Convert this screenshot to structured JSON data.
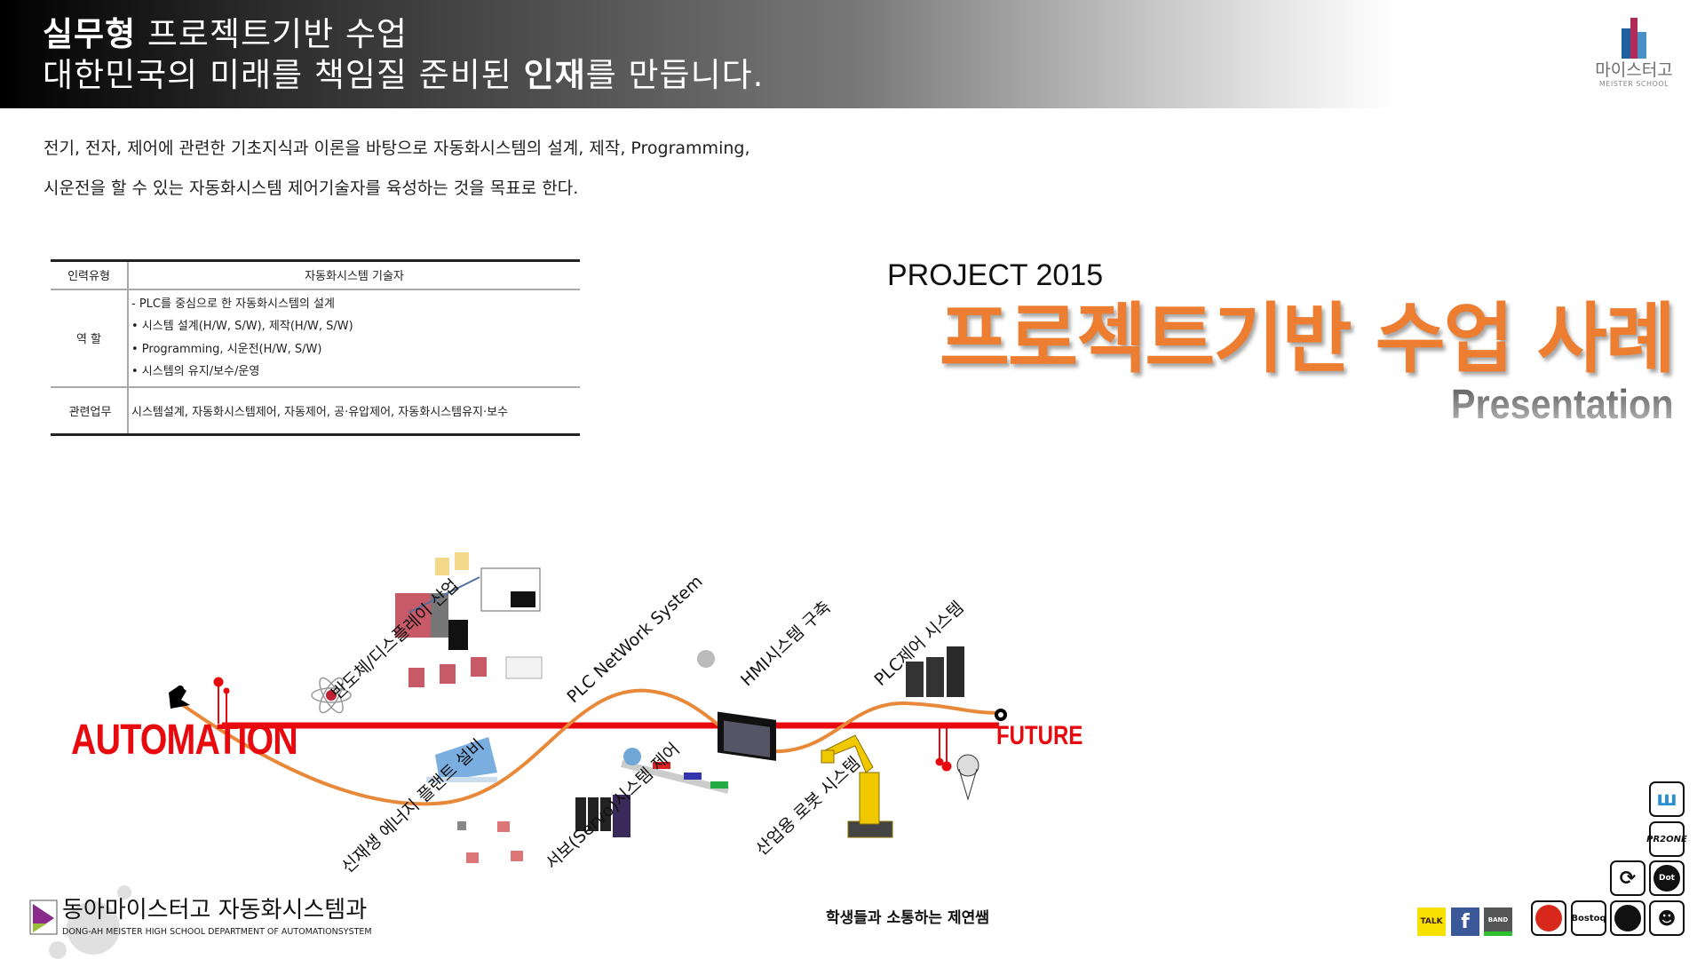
{
  "header": {
    "line1_bold": "실무형",
    "line1_rest": " 프로젝트기반 수업",
    "line2_a": "대한민국의 미래를 책임질 준비된 ",
    "line2_bold": "인재",
    "line2_b": "를 만듭니다."
  },
  "logo": {
    "name_ko": "마이스터고",
    "name_en": "MEISTER SCHOOL",
    "colors": [
      "#1f5fa0",
      "#b02a5a"
    ]
  },
  "intro": {
    "line1": "전기, 전자, 제어에 관련한 기초지식과 이론을 바탕으로 자동화시스템의 설계, 제작, Programming,",
    "line2": "시운전을 할 수 있는  자동화시스템 제어기술자를 육성하는 것을 목표로 한다."
  },
  "table": {
    "header_key": "인력유형",
    "header_value": "자동화시스템 기술자",
    "role_key": "역 할",
    "roles": [
      "- PLC를 중심으로 한 자동화시스템의 설계",
      "• 시스템 설계(H/W, S/W), 제작(H/W, S/W)",
      "• Programming,  시운전(H/W, S/W)",
      "• 시스템의 유지/보수/운영"
    ],
    "related_key": "관련업무",
    "related_value": "시스템설계, 자동화시스템제어, 자동제어, 공·유압제어, 자동화시스템유지·보수"
  },
  "hero": {
    "project": "PROJECT 2015",
    "title": "프로젝트기반 수업 사례",
    "subtitle": "Presentation",
    "accent": "#ed7d31"
  },
  "diagram": {
    "start": "AUTOMATION",
    "end": "FUTURE",
    "line_color": "#e8090f",
    "curve_color": "#e8893a",
    "labels": [
      "반도체/디스플레이 산업",
      "신재생 에너지 플랜트 설비",
      "PLC NetWork System",
      "서보(Servo)시스템 제어",
      "HMI시스템 구축",
      "산업용 로봇 시스템",
      "PLC제어 시스템"
    ]
  },
  "footer": {
    "dept_ko": "동아마이스터고 자동화시스템과",
    "dept_en": "DONG-AH MEISTER HIGH SCHOOL DEPARTMENT OF AUTOMATIONSYSTEM",
    "slogan": "학생들과 소통하는 제연쌤",
    "social": [
      "TALK",
      "f",
      "BAND"
    ],
    "badges": [
      "PR2ONE",
      "Dot",
      "Bostoq"
    ]
  }
}
